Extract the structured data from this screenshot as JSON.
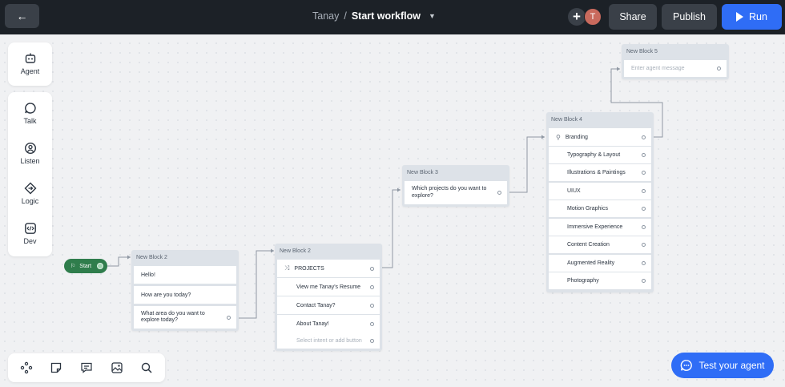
{
  "header": {
    "back_icon": "arrow-left-icon",
    "breadcrumb_parent": "Tanay",
    "breadcrumb_separator": "/",
    "workflow_name": "Start workflow",
    "avatar_initial": "T",
    "share_label": "Share",
    "publish_label": "Publish",
    "run_label": "Run"
  },
  "tools": {
    "agent_label": "Agent",
    "talk_label": "Talk",
    "listen_label": "Listen",
    "logic_label": "Logic",
    "dev_label": "Dev"
  },
  "start_label": "Start",
  "test_agent_label": "Test your agent",
  "blocks": {
    "b2a": {
      "title": "New Block 2",
      "rows": [
        "Hello!",
        "How are you today?",
        "What area do you want to explore today?"
      ]
    },
    "b2b": {
      "title": "New Block 2",
      "rows": [
        "PROJECTS",
        "View me Tanay's Resume",
        "Contact Tanay?",
        "About Tanay!"
      ],
      "placeholder": "Select intent or add button"
    },
    "b3": {
      "title": "New Block 3",
      "rows": [
        "Which projects do you want to explore?"
      ]
    },
    "b4": {
      "title": "New Block 4",
      "rows": [
        "Branding",
        "Typography & Layout",
        "Illustrations & Paintings",
        "UIUX",
        "Motion Graphics",
        "Immersive Experience",
        "Content Creation",
        "Augmented Reality",
        "Photography"
      ]
    },
    "b5": {
      "title": "New Block 5",
      "placeholder": "Enter agent message"
    }
  },
  "colors": {
    "topbar": "#1c2127",
    "accent_blue": "#2f6df6",
    "start_green": "#2f7d4c",
    "block_bg": "#dde2e8"
  }
}
